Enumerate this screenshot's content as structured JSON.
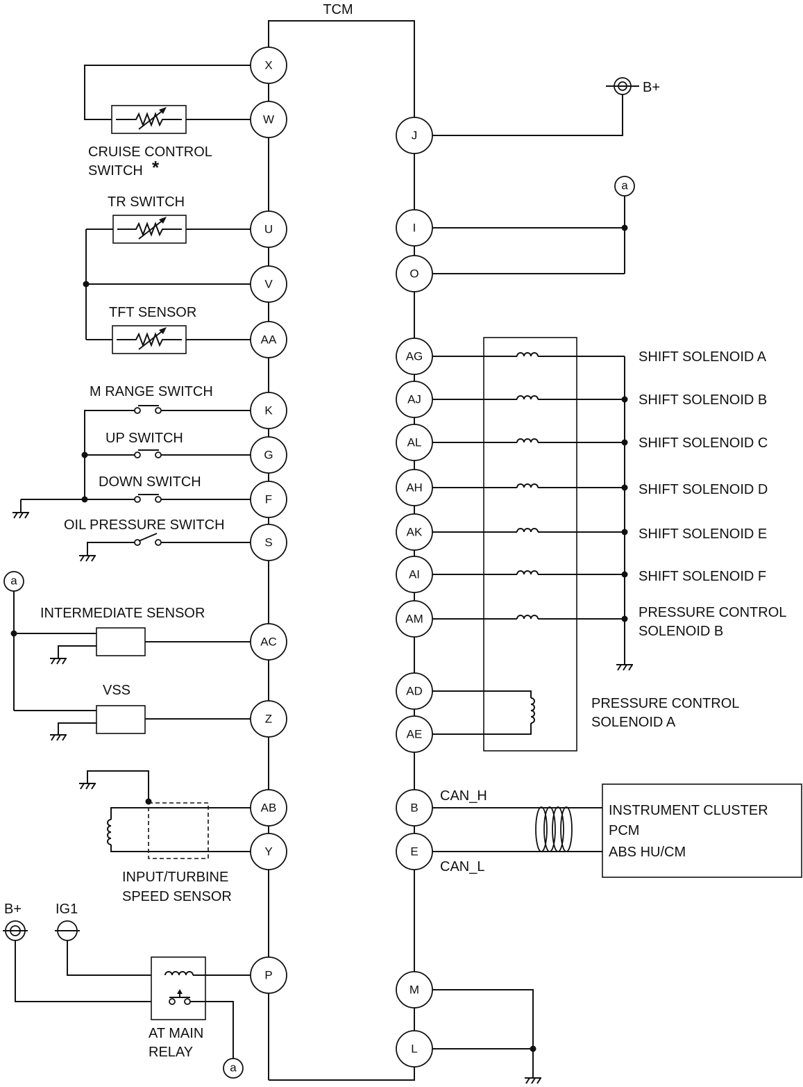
{
  "module": "TCM",
  "labels": {
    "cruise_line1": "CRUISE CONTROL",
    "cruise_line2": "SWITCH",
    "cruise_note": "*",
    "tr_switch": "TR SWITCH",
    "tft_sensor": "TFT SENSOR",
    "m_range_switch": "M RANGE SWITCH",
    "up_switch": "UP SWITCH",
    "down_switch": "DOWN SWITCH",
    "oil_pressure_switch": "OIL PRESSURE SWITCH",
    "intermediate_sensor": "INTERMEDIATE SENSOR",
    "vss": "VSS",
    "input_turbine_line1": "INPUT/TURBINE",
    "input_turbine_line2": "SPEED SENSOR",
    "at_main_relay_line1": "AT MAIN",
    "at_main_relay_line2": "RELAY",
    "bplus": "B+",
    "ig1": "IG1",
    "ref_a": "a",
    "shift_a": "SHIFT SOLENOID A",
    "shift_b": "SHIFT SOLENOID B",
    "shift_c": "SHIFT SOLENOID C",
    "shift_d": "SHIFT SOLENOID D",
    "shift_e": "SHIFT SOLENOID E",
    "shift_f": "SHIFT SOLENOID F",
    "pcs_b_line1": "PRESSURE CONTROL",
    "pcs_b_line2": "SOLENOID B",
    "pcs_a_line1": "PRESSURE CONTROL",
    "pcs_a_line2": "SOLENOID A",
    "can_h": "CAN_H",
    "can_l": "CAN_L",
    "instrument_cluster": "INSTRUMENT CLUSTER",
    "pcm": "PCM",
    "abs": "ABS HU/CM"
  },
  "pins_left": [
    "X",
    "W",
    "U",
    "V",
    "AA",
    "K",
    "G",
    "F",
    "S",
    "AC",
    "Z",
    "AB",
    "Y",
    "P"
  ],
  "pins_right": [
    "J",
    "I",
    "O",
    "AG",
    "AJ",
    "AL",
    "AH",
    "AK",
    "AI",
    "AM",
    "AD",
    "AE",
    "B",
    "E",
    "M",
    "L"
  ]
}
